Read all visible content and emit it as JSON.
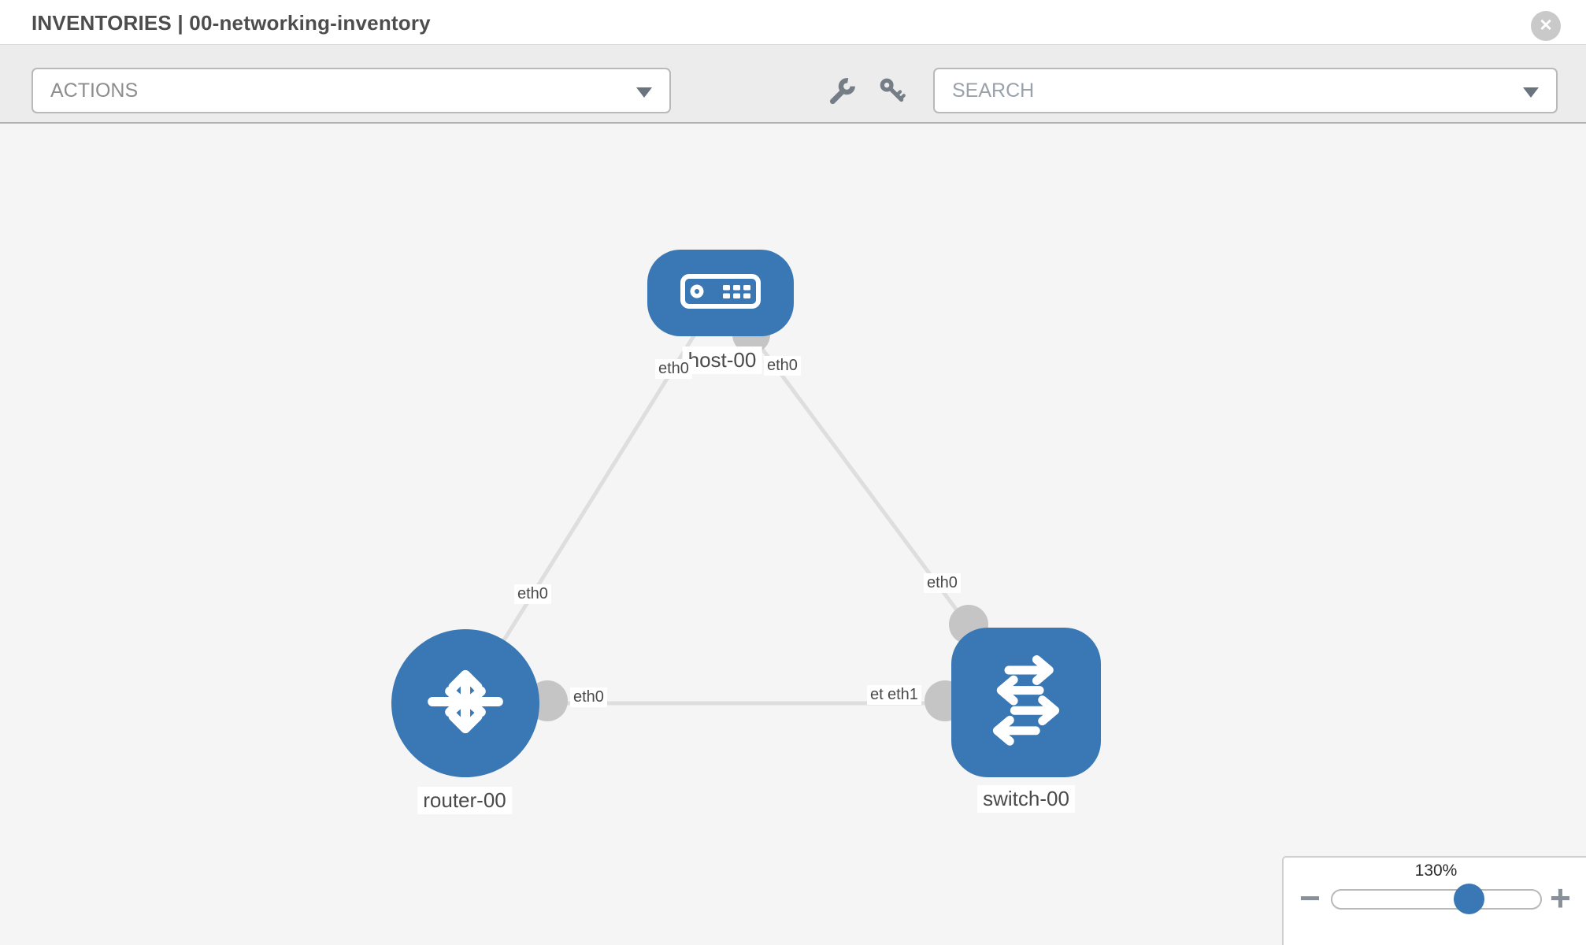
{
  "header": {
    "title": "INVENTORIES | 00-networking-inventory",
    "close_glyph": "✕"
  },
  "toolbar": {
    "actions_label": "ACTIONS",
    "search_placeholder": "SEARCH",
    "icons": [
      "wrench-icon",
      "key-icon"
    ]
  },
  "topology": {
    "nodes": [
      {
        "id": "host-00",
        "type": "host",
        "icon": "server-icon"
      },
      {
        "id": "router-00",
        "type": "router",
        "icon": "router-arrows-icon"
      },
      {
        "id": "switch-00",
        "type": "switch",
        "icon": "switch-arrows-icon"
      }
    ],
    "links": [
      {
        "from": "host-00",
        "to": "router-00",
        "from_label": "eth0",
        "to_label": "eth0"
      },
      {
        "from": "host-00",
        "to": "switch-00",
        "from_label": "eth0",
        "to_label": "eth0"
      },
      {
        "from": "router-00",
        "to": "switch-00",
        "from_label": "eth0",
        "to_label": "eth1"
      }
    ],
    "iface": {
      "host_left": "eth0",
      "host_right": "eth0",
      "router_top": "eth0",
      "router_right": "eth0",
      "switch_top": "eth0",
      "switch_left_back": "eth0",
      "switch_left_front": "eth1"
    },
    "colors": {
      "node_blue": "#3978b4",
      "link_gray": "#dedede",
      "connector_gray": "#c5c5c5"
    }
  },
  "zoom_control": {
    "level": "130%",
    "minus_glyph": "−",
    "plus_glyph": "+"
  }
}
